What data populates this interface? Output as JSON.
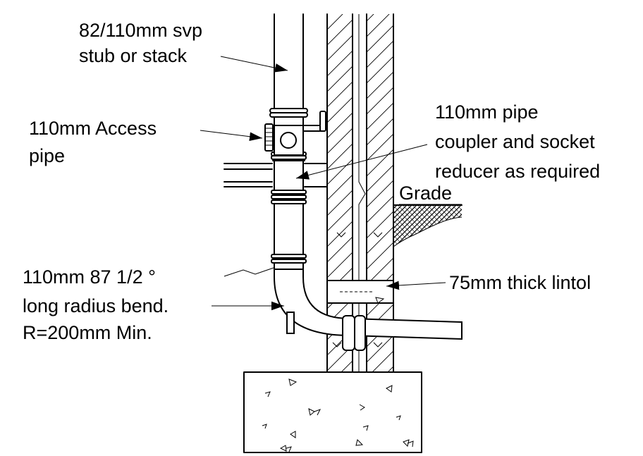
{
  "labels": {
    "svp": [
      "82/110mm svp",
      "stub or stack"
    ],
    "access": [
      "110mm Access",
      "pipe"
    ],
    "coupler": [
      "110mm pipe",
      "coupler and socket",
      "reducer as required"
    ],
    "grade": "Grade",
    "bend": [
      "110mm 87 1/2 °",
      "long radius bend.",
      "R=200mm Min."
    ],
    "lintol": "75mm thick lintol"
  }
}
